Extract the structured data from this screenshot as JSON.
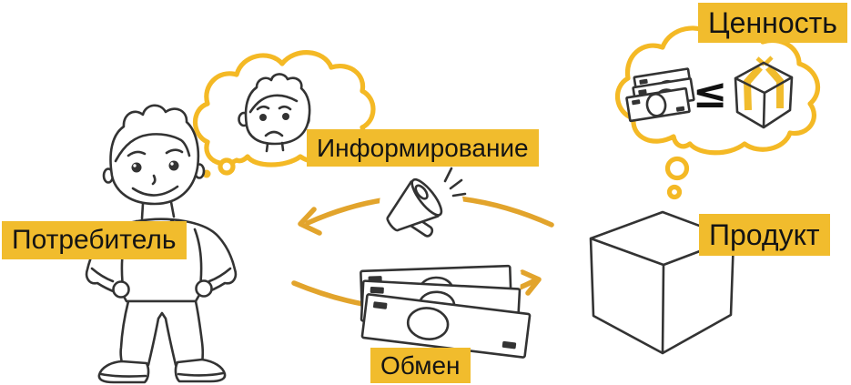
{
  "diagram": {
    "labels": {
      "consumer": "Потребитель",
      "informing": "Информирование",
      "exchange": "Обмен",
      "product": "Продукт",
      "value": "Ценность"
    },
    "symbols": {
      "less_or_equal": "≤"
    },
    "icons": {
      "person": "standing-boy-line-art",
      "thought_cloud": "yellow-outline-cloud",
      "worried_face": "sad-boy-face",
      "megaphone": "loudspeaker-line-art",
      "banknotes": "fanned-money-stack",
      "money_stack_small": "fanned-money-stack",
      "gift_box": "cube-with-yellow-ribbon",
      "product_cube": "outlined-3d-box"
    },
    "colors": {
      "accent": "#F1BC2D",
      "cloud": "#F4B925",
      "arrow": "#E2A42C",
      "ink": "#333333"
    }
  }
}
